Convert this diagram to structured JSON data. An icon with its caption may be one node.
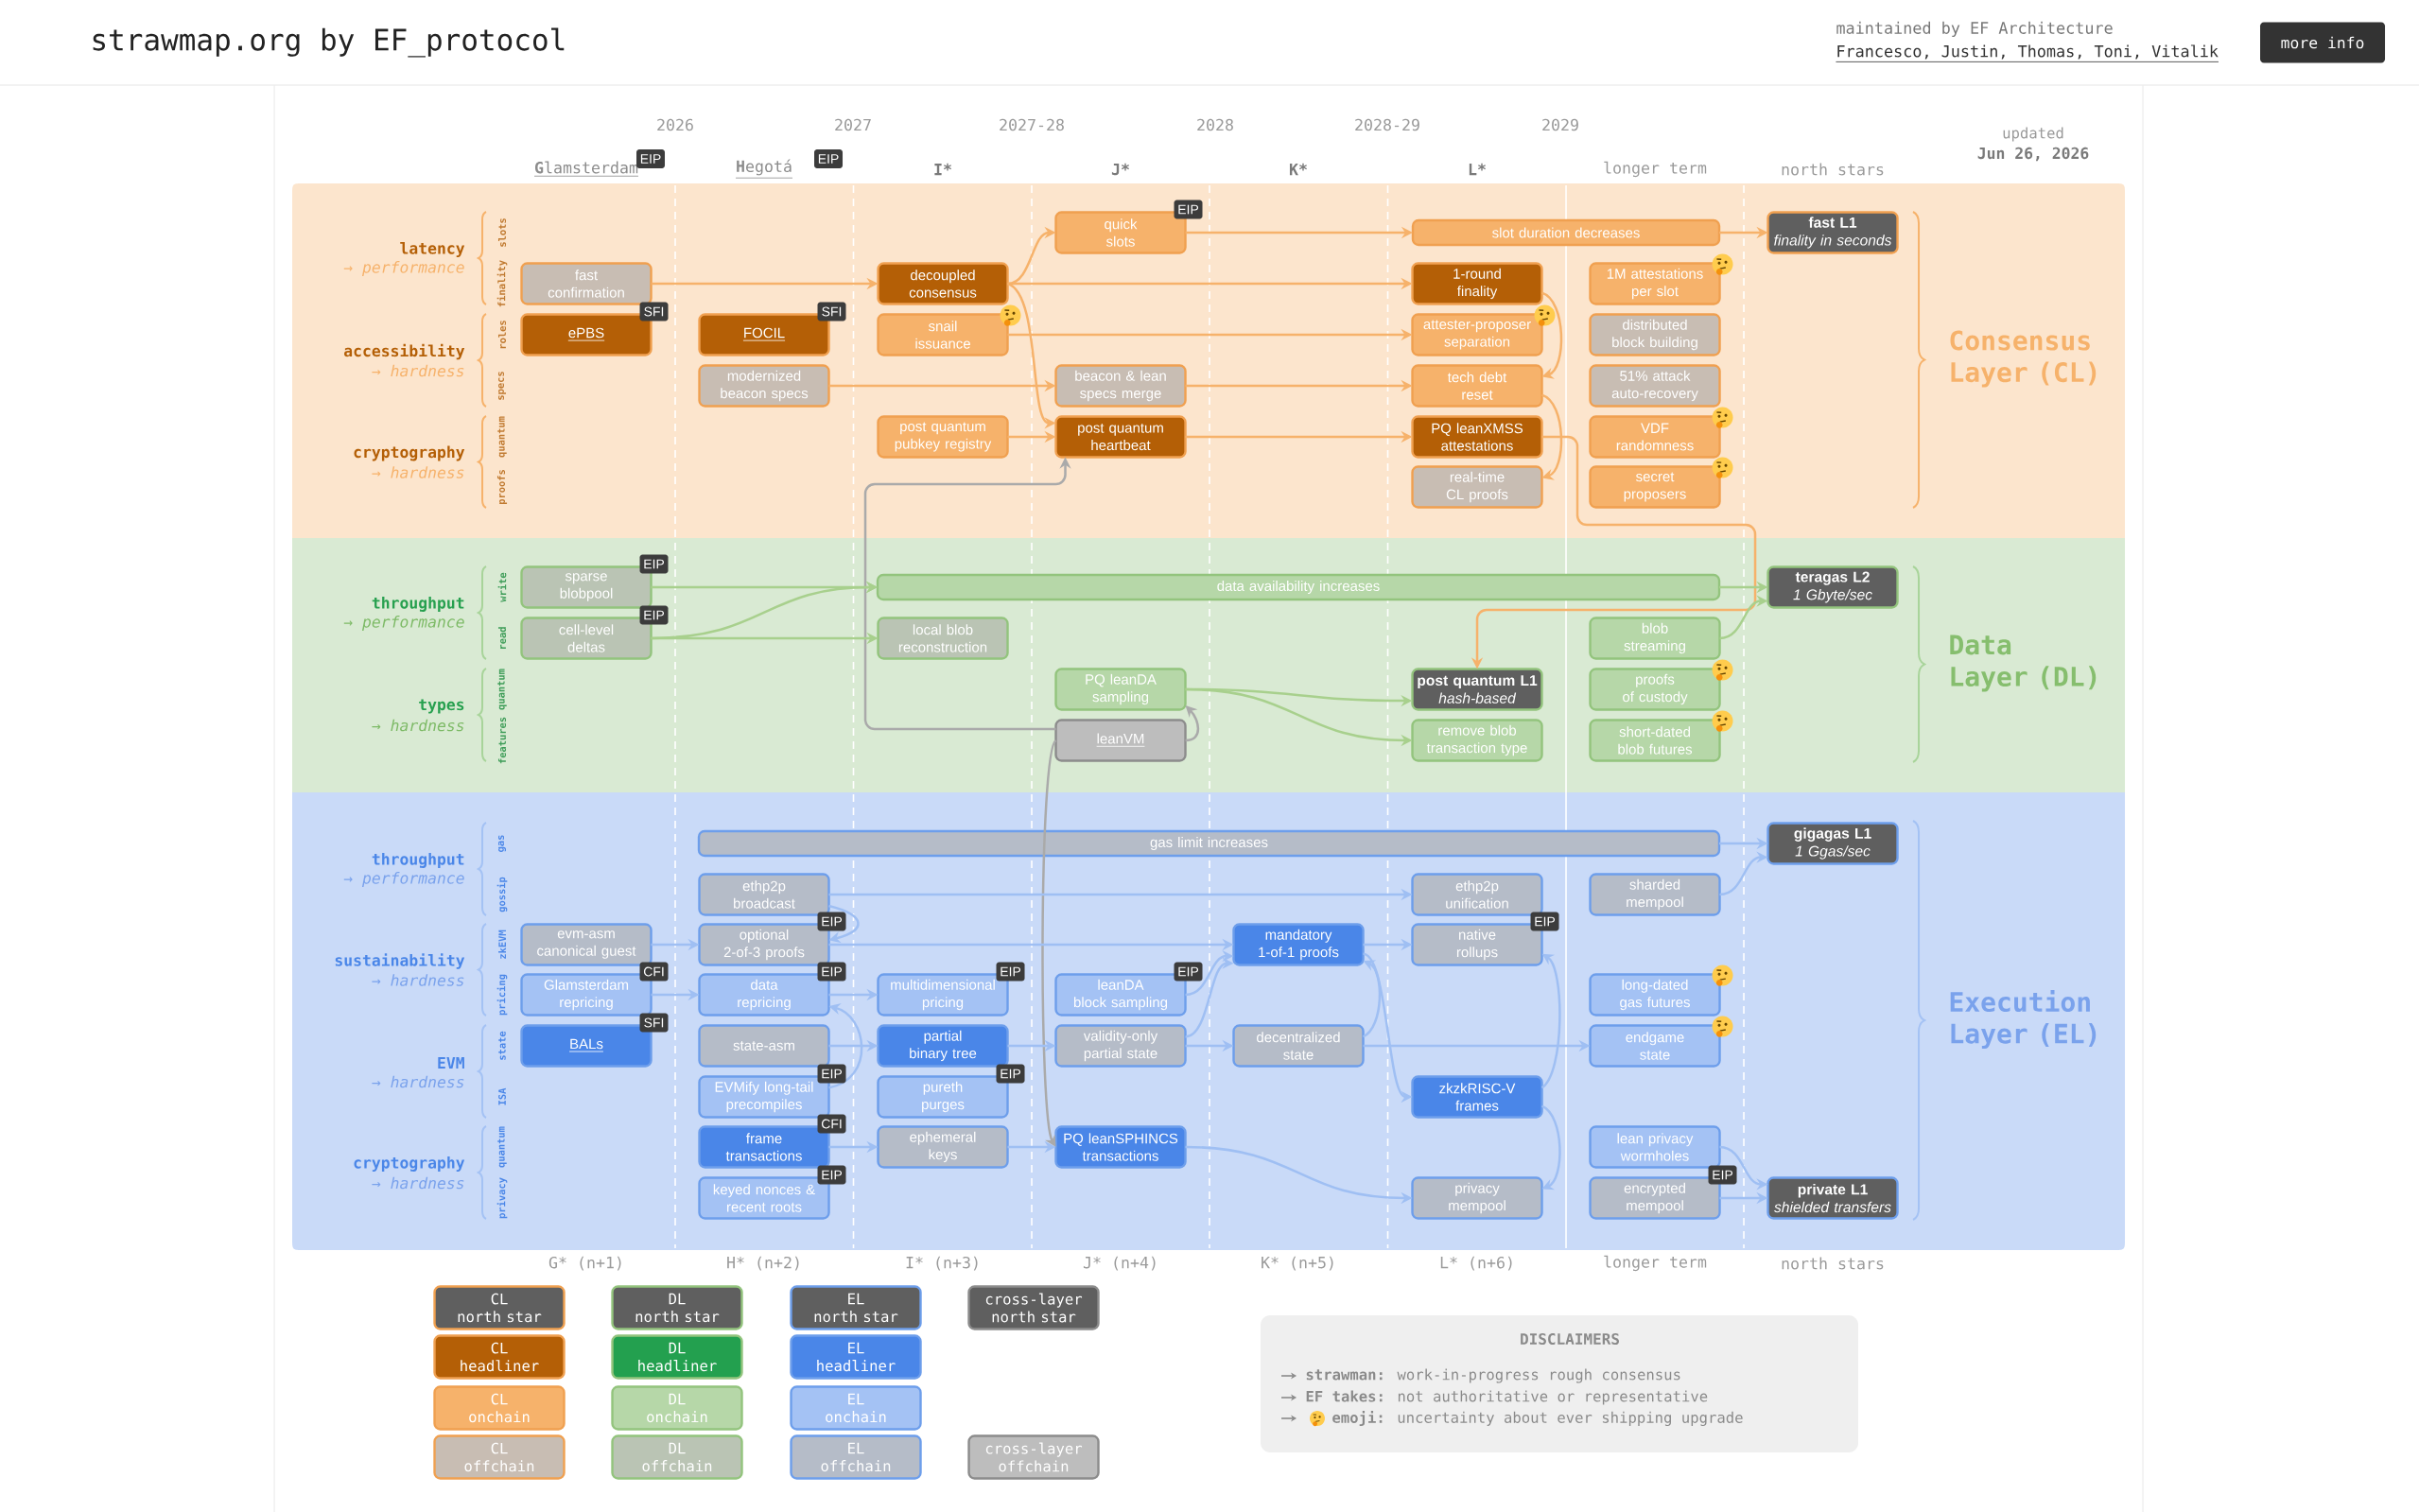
{
  "diagram": {
    "title": "strawmap.org by EF_protocol",
    "nodes": [
      {
        "text": [
          "Consensus Layer (CL)"
        ]
      },
      {
        "text": [
          "fast confirmation"
        ],
        "in": 0
      },
      {
        "text": [
          "ePBS"
        ],
        "beside": [
          "SFI"
        ],
        "in": 0
      },
      {
        "text": [
          "FOCIL"
        ],
        "beside": [
          "SFI"
        ],
        "in": 0
      },
      {
        "text": [
          "modernized beacon specs"
        ],
        "in": 0
      },
      {
        "text": [
          "decoupled consensus"
        ],
        "in": 0
      },
      {
        "text": [
          "snail issuance"
        ],
        "in": 0
      },
      {
        "text": [
          "post quantum pubkey registry"
        ],
        "in": 0
      },
      {
        "text": [
          "quick slots"
        ],
        "beside": [
          "EIP"
        ],
        "in": 0
      },
      {
        "text": [
          "beacon & lean specs merge"
        ],
        "in": 0
      },
      {
        "text": [
          "post quantum heartbeat"
        ],
        "in": 0
      },
      {
        "text": [
          "slot duration decreases"
        ],
        "in": 0
      },
      {
        "text": [
          "1-round finality"
        ],
        "in": 0
      },
      {
        "text": [
          "attester-proposer separation"
        ],
        "in": 0
      },
      {
        "text": [
          "tech debt reset"
        ],
        "in": 0
      },
      {
        "text": [
          "PQ leanXMSS attestations"
        ],
        "in": 0
      },
      {
        "text": [
          "real-time CL proofs"
        ],
        "in": 0
      },
      {
        "text": [
          "1M attestations per slot"
        ],
        "in": 0
      },
      {
        "text": [
          "distributed block building"
        ],
        "in": 0
      },
      {
        "text": [
          "51% attack auto-recovery"
        ],
        "in": 0
      },
      {
        "text": [
          "VDF randomness"
        ],
        "in": 0
      },
      {
        "text": [
          "secret proposers"
        ],
        "in": 0
      },
      {
        "text": [
          "fast L1",
          "finality in seconds"
        ],
        "in": 0
      },
      {
        "text": [
          "Data Layer (DL)"
        ]
      },
      {
        "text": [
          "sparse blobpool"
        ],
        "beside": [
          "EIP"
        ],
        "in": 23
      },
      {
        "text": [
          "cell-level deltas"
        ],
        "beside": [
          "EIP"
        ],
        "in": 23
      },
      {
        "text": [
          "data availability increases"
        ],
        "in": 23
      },
      {
        "text": [
          "local blob reconstruction"
        ],
        "in": 23
      },
      {
        "text": [
          "PQ leanDA sampling"
        ],
        "in": 23
      },
      {
        "text": [
          "leanVM"
        ],
        "in": 23
      },
      {
        "text": [
          "post quantum L1",
          "hash-based"
        ],
        "in": 23
      },
      {
        "text": [
          "remove blob transaction type"
        ],
        "in": 23
      },
      {
        "text": [
          "blob streaming"
        ],
        "in": 23
      },
      {
        "text": [
          "proofs of custody"
        ],
        "in": 23
      },
      {
        "text": [
          "short-dated blob futures"
        ],
        "in": 23
      },
      {
        "text": [
          "teragas L2",
          "1 Gbyte/sec"
        ],
        "in": 23
      },
      {
        "text": [
          "Execution Layer (EL)"
        ]
      },
      {
        "text": [
          "gas limit increases"
        ],
        "in": 36
      },
      {
        "text": [
          "ethp2p broadcast"
        ],
        "in": 36
      },
      {
        "text": [
          "evm-asm canonical guest"
        ],
        "in": 36
      },
      {
        "text": [
          "optional 2-of-3 proofs"
        ],
        "beside": [
          "EIP"
        ],
        "in": 36
      },
      {
        "text": [
          "Glamsterdam repricing"
        ],
        "beside": [
          "CFI"
        ],
        "in": 36
      },
      {
        "text": [
          "data repricing"
        ],
        "beside": [
          "EIP"
        ],
        "in": 36
      },
      {
        "text": [
          "multidimensional pricing"
        ],
        "beside": [
          "EIP"
        ],
        "in": 36
      },
      {
        "text": [
          "leanDA block sampling"
        ],
        "beside": [
          "EIP"
        ],
        "in": 36
      },
      {
        "text": [
          "BALs"
        ],
        "beside": [
          "SFI"
        ],
        "in": 36
      },
      {
        "text": [
          "state-asm"
        ],
        "in": 36
      },
      {
        "text": [
          "partial binary tree"
        ],
        "in": 36
      },
      {
        "text": [
          "validity-only partial state"
        ],
        "in": 36
      },
      {
        "text": [
          "EVMify long-tail precompiles"
        ],
        "beside": [
          "EIP"
        ],
        "in": 36
      },
      {
        "text": [
          "pureth purges"
        ],
        "beside": [
          "EIP"
        ],
        "in": 36
      },
      {
        "text": [
          "frame transactions"
        ],
        "beside": [
          "CFI"
        ],
        "in": 36
      },
      {
        "text": [
          "ephemeral keys"
        ],
        "in": 36
      },
      {
        "text": [
          "PQ leanSPHINCS transactions"
        ],
        "in": 36
      },
      {
        "text": [
          "keyed nonces & recent roots"
        ],
        "beside": [
          "EIP"
        ],
        "in": 36
      },
      {
        "text": [
          "mandatory 1-of-1 proofs"
        ],
        "in": 36
      },
      {
        "text": [
          "decentralized state"
        ],
        "in": 36
      },
      {
        "text": [
          "ethp2p unification"
        ],
        "in": 36
      },
      {
        "text": [
          "native rollups"
        ],
        "beside": [
          "EIP"
        ],
        "in": 36
      },
      {
        "text": [
          "zkzkRISC-V frames"
        ],
        "in": 36
      },
      {
        "text": [
          "privacy mempool"
        ],
        "in": 36
      },
      {
        "text": [
          "sharded mempool"
        ],
        "in": 36
      },
      {
        "text": [
          "long-dated gas futures"
        ],
        "in": 36
      },
      {
        "text": [
          "endgame state"
        ],
        "in": 36
      },
      {
        "text": [
          "lean privacy wormholes"
        ],
        "in": 36
      },
      {
        "text": [
          "encrypted mempool"
        ],
        "beside": [
          "EIP"
        ],
        "in": 36
      },
      {
        "text": [
          "gigagas L1",
          "1 Ggas/sec"
        ],
        "in": 36
      },
      {
        "text": [
          "private L1",
          "shielded transfers"
        ],
        "in": 36
      },
      {
        "text": [
          "DISCLAIMERS",
          "**strawman:** work-in-progress rough consensus",
          "**EF takes:** not authoritative or representative",
          "**emoji:** uncertainty about ever shipping upgrade"
        ]
      }
    ],
    "edges": [
      {
        "from": 1,
        "to": 5,
        "arrow": "to",
        "color": "#f6b26b"
      },
      {
        "from": 5,
        "to": 8,
        "arrow": "to",
        "color": "#f6b26b"
      },
      {
        "from": 5,
        "to": 12,
        "arrow": "to",
        "color": "#f6b26b"
      },
      {
        "from": 5,
        "to": 10,
        "arrow": "to",
        "color": "#f6b26b"
      },
      {
        "from": 8,
        "to": 11,
        "arrow": "to",
        "color": "#f6b26b"
      },
      {
        "from": 11,
        "to": 22,
        "arrow": "to",
        "color": "#f6b26b"
      },
      {
        "from": 6,
        "to": 13,
        "arrow": "to",
        "color": "#f6b26b"
      },
      {
        "from": 4,
        "to": 9,
        "arrow": "to",
        "color": "#f6b26b"
      },
      {
        "from": 9,
        "to": 14,
        "arrow": "to",
        "color": "#f6b26b"
      },
      {
        "from": 7,
        "to": 10,
        "arrow": "to",
        "color": "#f6b26b"
      },
      {
        "from": 10,
        "to": 15,
        "arrow": "to",
        "color": "#f6b26b"
      },
      {
        "from": 12,
        "to": 14,
        "arrow": "to",
        "color": "#f6b26b"
      },
      {
        "from": 14,
        "to": 16,
        "arrow": "to",
        "color": "#f6b26b"
      },
      {
        "from": 15,
        "to": 30,
        "arrow": "to",
        "color": "#f6b26b"
      },
      {
        "from": 29,
        "to": 10,
        "arrow": "to",
        "color": "#aaaaaa"
      },
      {
        "from": 24,
        "to": 26,
        "arrow": "to",
        "color": "#a8d08d"
      },
      {
        "from": 25,
        "to": 26,
        "arrow": "to",
        "color": "#a8d08d"
      },
      {
        "from": 25,
        "to": 27,
        "arrow": "to",
        "color": "#a8d08d"
      },
      {
        "from": 26,
        "to": 35,
        "arrow": "to",
        "color": "#a8d08d"
      },
      {
        "from": 32,
        "to": 35,
        "arrow": "to",
        "color": "#a8d08d"
      },
      {
        "from": 28,
        "to": 30,
        "arrow": "to",
        "color": "#a8d08d"
      },
      {
        "from": 28,
        "to": 31,
        "arrow": "to",
        "color": "#a8d08d"
      },
      {
        "from": 29,
        "to": 28,
        "arrow": "to",
        "color": "#aaaaaa"
      },
      {
        "from": 29,
        "to": 53,
        "arrow": "to",
        "color": "#aaaaaa"
      },
      {
        "from": 37,
        "to": 66,
        "arrow": "to"
      },
      {
        "from": 38,
        "to": 57,
        "arrow": "to"
      },
      {
        "from": 38,
        "to": 40,
        "arrow": "to"
      },
      {
        "from": 61,
        "to": 66,
        "arrow": "to"
      },
      {
        "from": 39,
        "to": 40,
        "arrow": "to"
      },
      {
        "from": 40,
        "to": 55,
        "arrow": "to"
      },
      {
        "from": 41,
        "to": 42,
        "arrow": "to"
      },
      {
        "from": 42,
        "to": 43,
        "arrow": "to"
      },
      {
        "from": 49,
        "to": 42,
        "arrow": "to"
      },
      {
        "from": 44,
        "to": 55,
        "arrow": "to"
      },
      {
        "from": 48,
        "to": 55,
        "arrow": "to"
      },
      {
        "from": 46,
        "to": 47,
        "arrow": "to"
      },
      {
        "from": 47,
        "to": 48,
        "arrow": "to"
      },
      {
        "from": 48,
        "to": 56,
        "arrow": "to"
      },
      {
        "from": 55,
        "to": 58,
        "arrow": "to"
      },
      {
        "from": 55,
        "to": 59,
        "arrow": "to"
      },
      {
        "from": 56,
        "to": 55,
        "arrow": "to"
      },
      {
        "from": 56,
        "to": 63,
        "arrow": "to"
      },
      {
        "from": 59,
        "to": 58,
        "arrow": "to"
      },
      {
        "from": 59,
        "to": 60,
        "arrow": "to"
      },
      {
        "from": 51,
        "to": 52,
        "arrow": "to"
      },
      {
        "from": 52,
        "to": 53,
        "arrow": "to"
      },
      {
        "from": 53,
        "to": 60,
        "arrow": "to"
      },
      {
        "from": 64,
        "to": 67,
        "arrow": "to"
      },
      {
        "from": 65,
        "to": 67,
        "arrow": "to"
      }
    ],
    "labels": [
      "maintained by EF Architecture",
      "Francesco, Justin, Thomas, Toni, Vitalik",
      "more info",
      "2026",
      "2027",
      "2027-28",
      "2028",
      "2028-29",
      "2029",
      "updated",
      "Jun 26, 2026",
      "**G**lamsterdam",
      "EIP",
      "**H**egotá",
      "EIP",
      "I*",
      "J*",
      "K*",
      "L*",
      "longer term",
      "north stars",
      "latency",
      "→ performance",
      "accessibility",
      "→ hardness",
      "cryptography",
      "→ hardness",
      "slots",
      "finality",
      "roles",
      "specs",
      "quantum",
      "proofs",
      "throughput",
      "→ performance",
      "types",
      "→ hardness",
      "write",
      "read",
      "quantum",
      "features",
      "throughput",
      "→ performance",
      "sustainability",
      "→ hardness",
      "EVM",
      "→ hardness",
      "cryptography",
      "→ hardness",
      "gas",
      "gossip",
      "zkEVM",
      "pricing",
      "state",
      "ISA",
      "quantum",
      "privacy",
      "G* (n+1)",
      "H* (n+2)",
      "I* (n+3)",
      "J* (n+4)",
      "K* (n+5)",
      "L* (n+6)",
      "longer term",
      "north stars"
    ],
    "legend": [
      {
        "text": "CL north star",
        "color": "#5f5f5f"
      },
      {
        "text": "DL north star",
        "color": "#5f5f5f"
      },
      {
        "text": "EL north star",
        "color": "#5f5f5f"
      },
      {
        "text": "cross-layer north star",
        "color": "#5f5f5f"
      },
      {
        "text": "CL headliner",
        "color": "#b45f06"
      },
      {
        "text": "DL headliner",
        "color": "#23a04f"
      },
      {
        "text": "EL headliner",
        "color": "#4a86e8"
      },
      {
        "text": "CL onchain",
        "color": "#f6b26b"
      },
      {
        "text": "DL onchain",
        "color": "#b6d7a8"
      },
      {
        "text": "EL onchain",
        "color": "#a4c2f4"
      },
      {
        "text": "CL offchain",
        "color": "#c8bdb3"
      },
      {
        "text": "DL offchain",
        "color": "#bac4b4"
      },
      {
        "text": "EL offchain",
        "color": "#b5bcc8"
      },
      {
        "text": "cross-layer offchain",
        "color": "#bdbdbd"
      }
    ]
  }
}
